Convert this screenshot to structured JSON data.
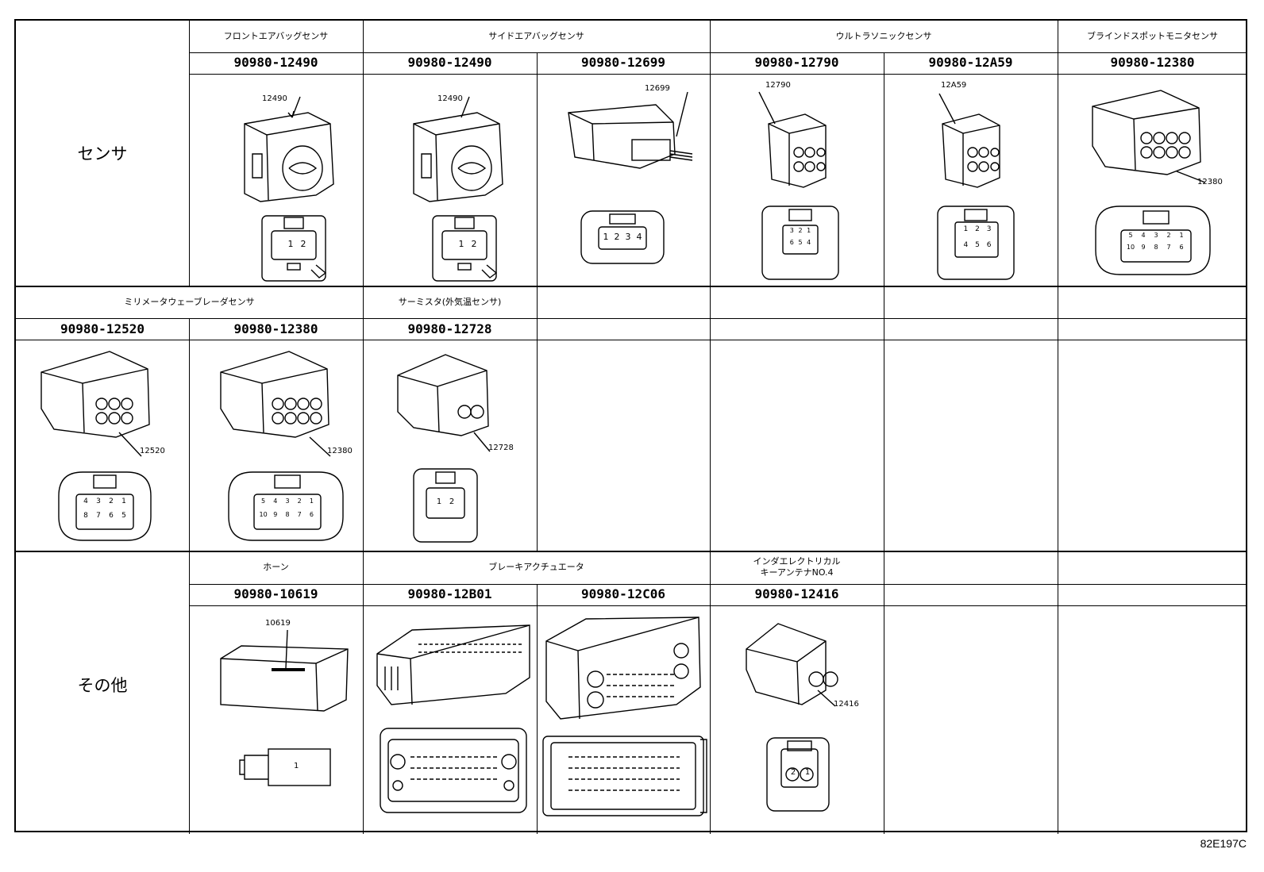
{
  "sections": [
    {
      "row_label": "センサ",
      "groups": [
        {
          "name": "フロントエアバッグセンサ",
          "parts": [
            "90980-12490"
          ]
        },
        {
          "name": "サイドエアバッグセンサ",
          "parts": [
            "90980-12490",
            "90980-12699"
          ]
        },
        {
          "name": "ウルトラソニックセンサ",
          "parts": [
            "90980-12790",
            "90980-12A59"
          ]
        },
        {
          "name": "ブラインドスポットモニタセンサ",
          "parts": [
            "90980-12380"
          ]
        }
      ],
      "connectors": [
        {
          "callout": "12490",
          "pins": [
            "1",
            "2"
          ]
        },
        {
          "callout": "12490",
          "pins": [
            "1",
            "2"
          ]
        },
        {
          "callout": "12699",
          "pins": [
            "1",
            "2",
            "3",
            "4"
          ]
        },
        {
          "callout": "12790",
          "pins": [
            "3",
            "2",
            "1",
            "6",
            "5",
            "4"
          ]
        },
        {
          "callout": "12A59",
          "pins": [
            "1",
            "2",
            "3",
            "4",
            "5",
            "6"
          ]
        },
        {
          "callout": "12380",
          "pins": [
            "5",
            "4",
            "3",
            "2",
            "1",
            "10",
            "9",
            "8",
            "7",
            "6"
          ]
        }
      ]
    },
    {
      "row_label": "",
      "groups": [
        {
          "name": "ミリメータウェーブレーダセンサ",
          "parts": [
            "90980-12520",
            "90980-12380"
          ]
        },
        {
          "name": "サーミスタ(外気温センサ)",
          "parts": [
            "90980-12728"
          ]
        }
      ],
      "connectors": [
        {
          "callout": "12520",
          "pins": [
            "4",
            "3",
            "2",
            "1",
            "8",
            "7",
            "6",
            "5"
          ]
        },
        {
          "callout": "12380",
          "pins": [
            "5",
            "4",
            "3",
            "2",
            "1",
            "10",
            "9",
            "8",
            "7",
            "6"
          ]
        },
        {
          "callout": "12728",
          "pins": [
            "1",
            "2"
          ]
        }
      ]
    },
    {
      "row_label": "その他",
      "groups": [
        {
          "name": "ホーン",
          "parts": [
            "90980-10619"
          ]
        },
        {
          "name": "ブレーキアクチュエータ",
          "parts": [
            "90980-12B01",
            "90980-12C06"
          ]
        },
        {
          "name": "インダエレクトリカル\nキーアンテナNO.4",
          "parts": [
            "90980-12416"
          ]
        }
      ],
      "connectors": [
        {
          "callout": "10619",
          "pins": [
            "1"
          ]
        },
        {
          "callout": "",
          "pins": []
        },
        {
          "callout": "",
          "pins": []
        },
        {
          "callout": "12416",
          "pins": [
            "2",
            "1"
          ]
        }
      ]
    }
  ],
  "catalog_code": "82E197C"
}
